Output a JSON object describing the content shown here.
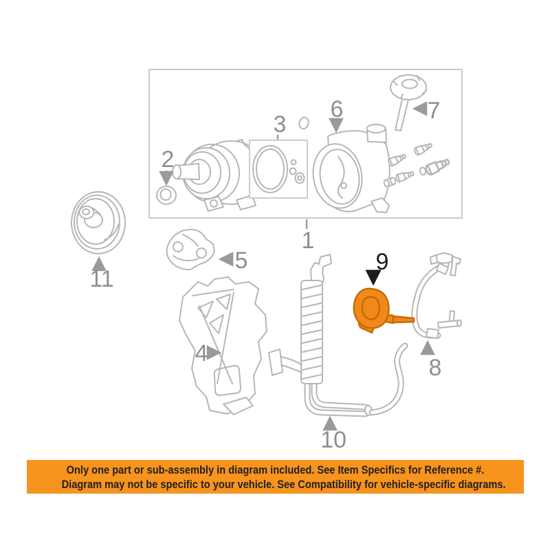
{
  "diagram": {
    "callout_labels": [
      "1",
      "2",
      "3",
      "4",
      "5",
      "6",
      "7",
      "8",
      "9",
      "10",
      "11"
    ],
    "highlighted_callout": "9",
    "line_color": "#B6B6B6",
    "label_color": "#8F8F8F",
    "highlight_fill_color": "#F0881C",
    "highlight_outline_color": "#C76A00",
    "highlight_label_color": "#1C1C1C",
    "background_color": "#FFFFFF"
  },
  "banner": {
    "line1": "Only one part or sub-assembly in diagram included. See Item Specifics for Reference #.",
    "line2": "Diagram may not be specific to your vehicle. See Compatibility for vehicle-specific diagrams.",
    "background_color": "#F7941E",
    "text_color": "#231F20"
  }
}
